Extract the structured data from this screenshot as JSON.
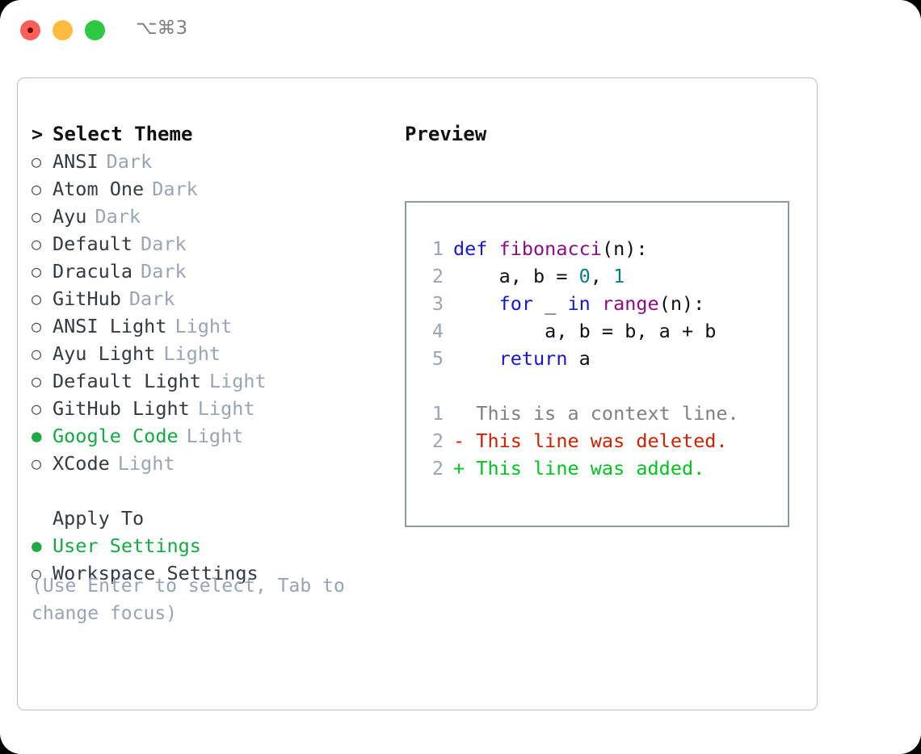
{
  "titlebar": {
    "shortcut": "⌥⌘3",
    "buttons": [
      {
        "name": "close",
        "color": "#fc6058"
      },
      {
        "name": "minimize",
        "color": "#fdbc40"
      },
      {
        "name": "zoom",
        "color": "#2bc840"
      }
    ]
  },
  "theme_picker": {
    "caret": ">",
    "title": "Select Theme",
    "bullet_unselected": "○",
    "bullet_selected": "●",
    "items": [
      {
        "name": "ANSI",
        "mode": "Dark",
        "selected": false
      },
      {
        "name": "Atom One",
        "mode": "Dark",
        "selected": false
      },
      {
        "name": "Ayu",
        "mode": "Dark",
        "selected": false
      },
      {
        "name": "Default",
        "mode": "Dark",
        "selected": false
      },
      {
        "name": "Dracula",
        "mode": "Dark",
        "selected": false
      },
      {
        "name": "GitHub",
        "mode": "Dark",
        "selected": false
      },
      {
        "name": "ANSI Light",
        "mode": "Light",
        "selected": false
      },
      {
        "name": "Ayu Light",
        "mode": "Light",
        "selected": false
      },
      {
        "name": "Default Light",
        "mode": "Light",
        "selected": false
      },
      {
        "name": "GitHub Light",
        "mode": "Light",
        "selected": false
      },
      {
        "name": "Google Code",
        "mode": "Light",
        "selected": true
      },
      {
        "name": "XCode",
        "mode": "Light",
        "selected": false
      }
    ]
  },
  "apply_to": {
    "title": "Apply To",
    "options": [
      {
        "name": "User Settings",
        "selected": true
      },
      {
        "name": "Workspace Settings",
        "selected": false
      }
    ]
  },
  "hint": "(Use Enter to select, Tab to change focus)",
  "preview": {
    "title": "Preview",
    "code_lines": [
      {
        "no": "1",
        "tokens": [
          {
            "t": "def ",
            "c": "kw"
          },
          {
            "t": "fibonacci",
            "c": "fn"
          },
          {
            "t": "(n):",
            "c": "pl"
          }
        ]
      },
      {
        "no": "2",
        "tokens": [
          {
            "t": "    a, b = ",
            "c": "pl"
          },
          {
            "t": "0",
            "c": "num"
          },
          {
            "t": ", ",
            "c": "pl"
          },
          {
            "t": "1",
            "c": "num"
          }
        ]
      },
      {
        "no": "3",
        "tokens": [
          {
            "t": "    ",
            "c": "pl"
          },
          {
            "t": "for",
            "c": "kw"
          },
          {
            "t": " _ ",
            "c": "pl"
          },
          {
            "t": "in",
            "c": "kw"
          },
          {
            "t": " ",
            "c": "pl"
          },
          {
            "t": "range",
            "c": "fn"
          },
          {
            "t": "(n):",
            "c": "pl"
          }
        ]
      },
      {
        "no": "4",
        "tokens": [
          {
            "t": "        a, b = b, a + b",
            "c": "pl"
          }
        ]
      },
      {
        "no": "5",
        "tokens": [
          {
            "t": "    ",
            "c": "pl"
          },
          {
            "t": "return",
            "c": "kw"
          },
          {
            "t": " a",
            "c": "pl"
          }
        ]
      }
    ],
    "diff_lines": [
      {
        "no": "1",
        "marker": " ",
        "text": " This is a context line.",
        "kind": "ctx"
      },
      {
        "no": "2",
        "marker": "-",
        "text": " This line was deleted.",
        "kind": "del"
      },
      {
        "no": "2",
        "marker": "+",
        "text": " This line was added.",
        "kind": "add"
      }
    ]
  },
  "colors": {
    "accent_green": "#17a843",
    "muted": "#9aa5b4",
    "keyword": "#1718cd",
    "function": "#8b0f80",
    "number": "#048080",
    "diff_add": "#00c220",
    "diff_del": "#cc2200",
    "panel_border": "#b9bfc7",
    "preview_border": "#8e99aa"
  }
}
